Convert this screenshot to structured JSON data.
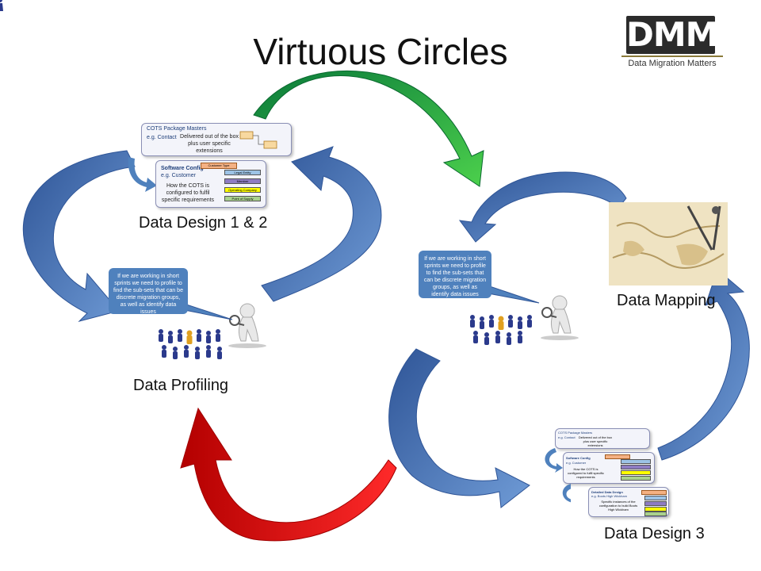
{
  "slide": {
    "title": "Virtuous Circles",
    "logo": {
      "letters": "DMM",
      "tagline": "Data Migration Matters"
    }
  },
  "stages": {
    "data_design_12": {
      "label": "Data Design 1 & 2"
    },
    "data_profiling": {
      "label": "Data Profiling"
    },
    "data_mapping": {
      "label": "Data Mapping"
    },
    "data_design_3": {
      "label": "Data Design 3"
    }
  },
  "cards": {
    "cots_masters": {
      "heading": "COTS Package Masters",
      "example": "e.g. Contact",
      "text": "Delivered out of the box plus user specific extensions"
    },
    "software_config": {
      "heading": "Software Config",
      "example": "e.g. Customer",
      "text": "How the COTS is configured  to fulfil specific requirements",
      "tag": "Customer Type",
      "items": [
        "Legal Entity",
        "Member",
        "Operating Company",
        "Point of Supply"
      ]
    },
    "detailed_design": {
      "heading": "Detailed Data Design",
      "example": "e.g. Boots High Wickham",
      "text": "Specific instances of the configuration to build Boots High Wickham"
    }
  },
  "profiling_note": {
    "text": "If we are working in short sprints we need to profile to find the sub-sets that can be discrete migration groups, as well as identify data issues"
  },
  "colors": {
    "blue_arrow": "#4f81bd",
    "green_arrow": "#2ca03c",
    "red_arrow": "#e00000",
    "bubble": "#4f81bd",
    "people": "#2b3a8c"
  }
}
